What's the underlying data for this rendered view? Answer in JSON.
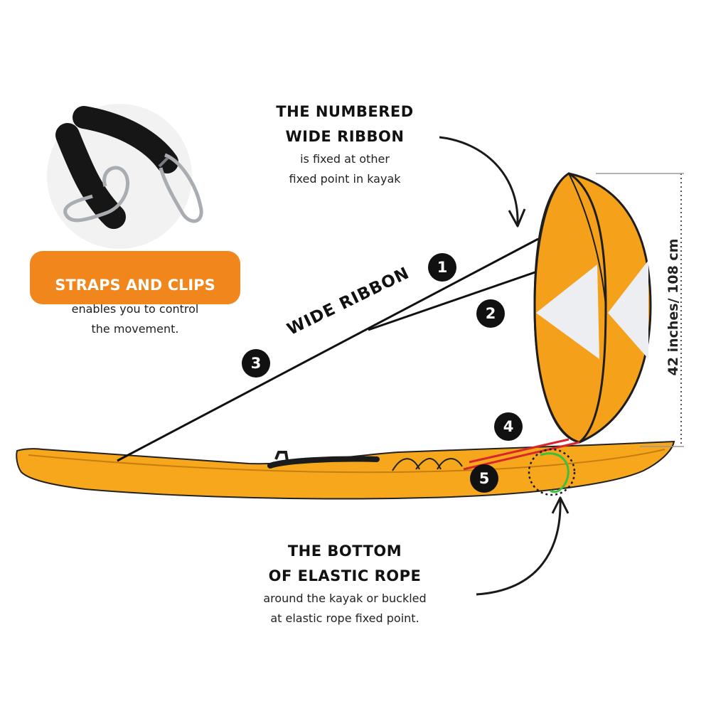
{
  "top_callout": {
    "title_line1": "THE NUMBERED",
    "title_line2": "WIDE RIBBON",
    "desc_line1": "is fixed at other",
    "desc_line2": "fixed point in kayak"
  },
  "straps_callout": {
    "title": "STRAPS AND CLIPS",
    "desc_line1": "enables you to control",
    "desc_line2": "the movement.",
    "accent_color": "#f0861c"
  },
  "bottom_callout": {
    "title_line1": "THE BOTTOM",
    "title_line2": "OF ELASTIC ROPE",
    "desc_line1": "around the kayak or buckled",
    "desc_line2": "at elastic rope fixed point."
  },
  "ribbon_label": "WIDE RIBBON",
  "dimension_label": "42 inches/ 108 cm",
  "markers": [
    "1",
    "2",
    "3",
    "4",
    "5"
  ],
  "colors": {
    "kayak": "#f7a71c",
    "sail_orange": "#f5a21a",
    "sail_white": "#eceef1",
    "rope_red": "#d8262c",
    "rope_green": "#3cbf3c"
  }
}
